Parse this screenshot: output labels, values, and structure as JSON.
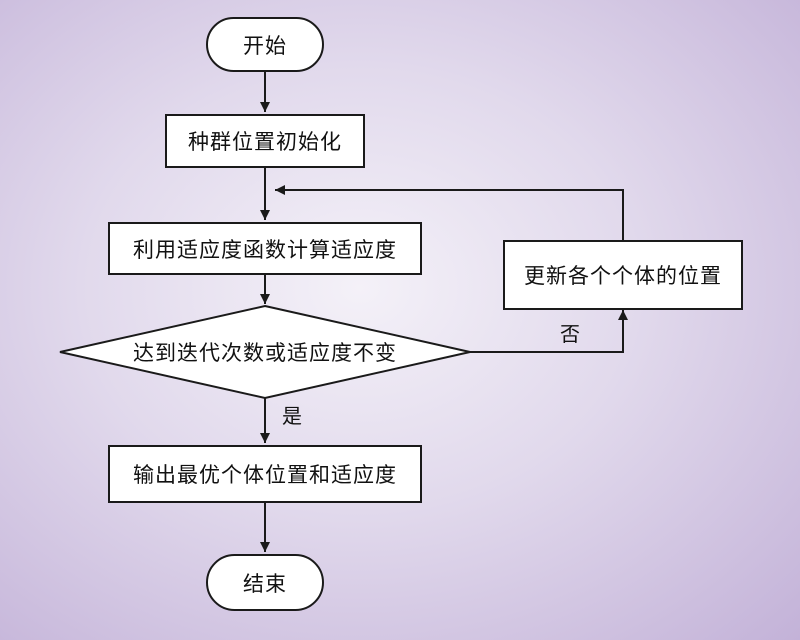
{
  "diagram": {
    "nodes": {
      "start": "开始",
      "init": "种群位置初始化",
      "fitness": "利用适应度函数计算适应度",
      "decision": "达到迭代次数或适应度不变",
      "update": "更新各个个体的位置",
      "output": "输出最优个体位置和适应度",
      "end": "结束"
    },
    "edge_labels": {
      "yes": "是",
      "no": "否"
    },
    "colors": {
      "node_fill": "#ffffff",
      "stroke": "#1a1a1a",
      "background": "#e1d9ec"
    }
  }
}
